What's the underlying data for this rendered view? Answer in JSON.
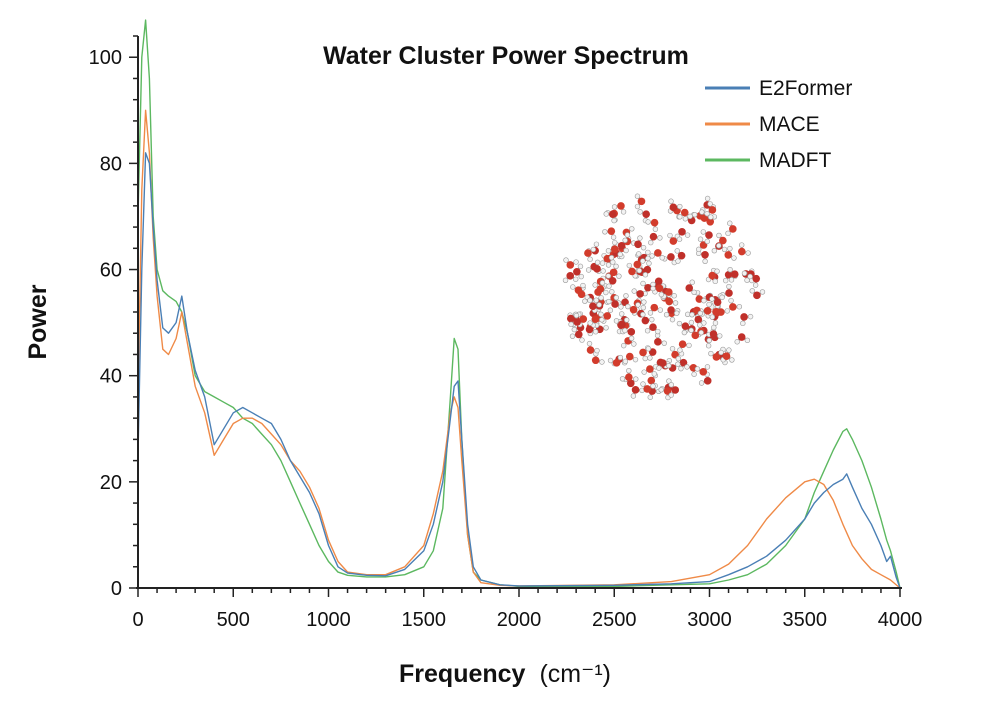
{
  "chart_data": {
    "type": "line",
    "title": "Water Cluster Power Spectrum",
    "xlabel": "Frequency",
    "xunit": "(cm⁻¹)",
    "ylabel": "Power",
    "xlim": [
      0,
      4000
    ],
    "ylim": [
      0,
      104
    ],
    "xticks": [
      0,
      500,
      1000,
      1500,
      2000,
      2500,
      3000,
      3500,
      4000
    ],
    "yticks": [
      0,
      20,
      40,
      60,
      80,
      100
    ],
    "grid": false,
    "legend_position": "top-right",
    "series": [
      {
        "name": "E2Former",
        "color": "#4a7fb5",
        "x": [
          0,
          20,
          40,
          60,
          80,
          100,
          130,
          160,
          200,
          230,
          260,
          300,
          350,
          400,
          450,
          500,
          550,
          600,
          650,
          700,
          750,
          800,
          850,
          900,
          950,
          1000,
          1050,
          1100,
          1200,
          1300,
          1400,
          1500,
          1550,
          1600,
          1640,
          1660,
          1680,
          1700,
          1730,
          1760,
          1800,
          1900,
          2000,
          2500,
          2800,
          3000,
          3100,
          3200,
          3300,
          3400,
          3500,
          3550,
          3600,
          3650,
          3700,
          3720,
          3750,
          3800,
          3850,
          3900,
          3930,
          3950,
          3980,
          4000
        ],
        "y": [
          25,
          60,
          82,
          80,
          68,
          58,
          49,
          48,
          50,
          55,
          48,
          41,
          36,
          27,
          30,
          33,
          34,
          33,
          32,
          31,
          28,
          24,
          21,
          18,
          14,
          8,
          4,
          2.8,
          2.4,
          2.3,
          3.5,
          7,
          12,
          20,
          32,
          38,
          39,
          28,
          12,
          4,
          1.5,
          0.6,
          0.4,
          0.5,
          0.8,
          1.2,
          2.5,
          4,
          6,
          9,
          13,
          16,
          18,
          19.5,
          20.5,
          21.5,
          19,
          15,
          12,
          8,
          5,
          6,
          2,
          0
        ]
      },
      {
        "name": "MACE",
        "color": "#ef8a47",
        "x": [
          0,
          20,
          40,
          60,
          80,
          100,
          130,
          160,
          200,
          230,
          260,
          300,
          350,
          400,
          450,
          500,
          550,
          600,
          650,
          700,
          750,
          800,
          850,
          900,
          950,
          1000,
          1050,
          1100,
          1200,
          1300,
          1400,
          1500,
          1550,
          1600,
          1640,
          1660,
          1680,
          1700,
          1730,
          1760,
          1800,
          1900,
          2000,
          2500,
          2800,
          3000,
          3100,
          3200,
          3300,
          3400,
          3500,
          3550,
          3600,
          3650,
          3700,
          3750,
          3800,
          3850,
          3900,
          3950,
          4000
        ],
        "y": [
          35,
          75,
          90,
          82,
          66,
          55,
          45,
          44,
          47,
          52,
          46,
          38,
          33,
          25,
          28,
          31,
          32,
          32,
          31,
          29,
          27,
          24,
          22,
          19,
          15,
          9,
          5,
          3,
          2.5,
          2.5,
          4,
          8,
          14,
          22,
          33,
          36,
          34,
          24,
          10,
          3,
          1,
          0.5,
          0.4,
          0.6,
          1.2,
          2.5,
          4.5,
          8,
          13,
          17,
          20,
          20.5,
          19.5,
          16.5,
          12,
          8,
          5.5,
          3.5,
          2.5,
          1.5,
          0
        ]
      },
      {
        "name": "MADFT",
        "color": "#5cb860",
        "x": [
          0,
          20,
          40,
          60,
          80,
          100,
          130,
          160,
          200,
          230,
          260,
          300,
          350,
          400,
          450,
          500,
          550,
          600,
          650,
          700,
          750,
          800,
          850,
          900,
          950,
          1000,
          1050,
          1100,
          1200,
          1300,
          1400,
          1500,
          1550,
          1600,
          1640,
          1660,
          1680,
          1700,
          1730,
          1760,
          1800,
          1900,
          2000,
          2500,
          2800,
          3000,
          3100,
          3200,
          3300,
          3400,
          3500,
          3550,
          3600,
          3650,
          3700,
          3720,
          3750,
          3800,
          3850,
          3900,
          3930,
          3950,
          3980,
          4000
        ],
        "y": [
          70,
          100,
          107,
          96,
          70,
          60,
          56,
          55,
          54,
          52,
          48,
          40,
          37,
          36,
          35,
          34,
          32,
          31,
          29,
          27,
          24,
          20,
          16,
          12,
          8,
          5,
          3,
          2.4,
          2.1,
          2.1,
          2.5,
          4,
          7,
          15,
          36,
          47,
          45,
          28,
          10,
          3,
          1.5,
          0.6,
          0.3,
          0.3,
          0.6,
          0.8,
          1.5,
          2.5,
          4.5,
          8,
          13,
          18,
          22,
          26,
          29.5,
          30,
          28,
          24,
          19,
          13,
          9,
          7,
          3,
          0
        ]
      }
    ]
  }
}
